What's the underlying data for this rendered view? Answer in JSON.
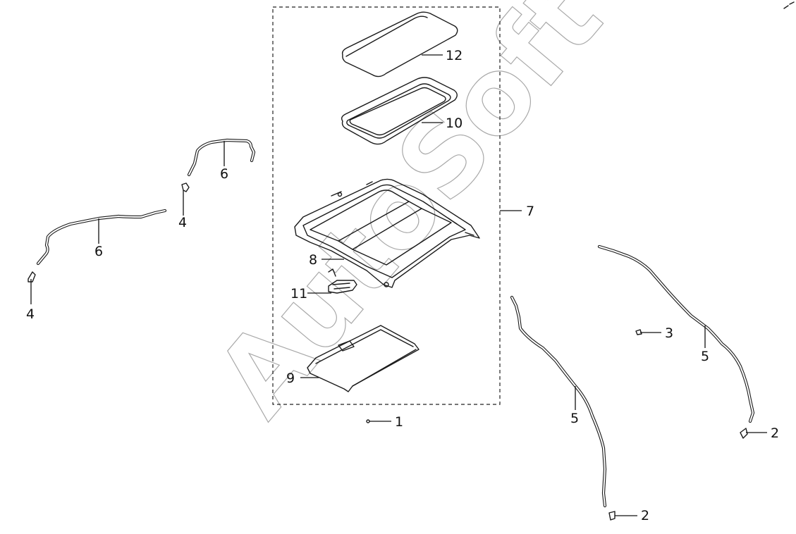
{
  "diagram": {
    "watermark": "AutoSoft",
    "callouts": [
      {
        "id": "c1",
        "label": "1"
      },
      {
        "id": "c2a",
        "label": "2"
      },
      {
        "id": "c2b",
        "label": "2"
      },
      {
        "id": "c3",
        "label": "3"
      },
      {
        "id": "c4a",
        "label": "4"
      },
      {
        "id": "c4b",
        "label": "4"
      },
      {
        "id": "c5a",
        "label": "5"
      },
      {
        "id": "c5b",
        "label": "5"
      },
      {
        "id": "c6a",
        "label": "6"
      },
      {
        "id": "c6b",
        "label": "6"
      },
      {
        "id": "c7",
        "label": "7"
      },
      {
        "id": "c8",
        "label": "8"
      },
      {
        "id": "c9",
        "label": "9"
      },
      {
        "id": "c10",
        "label": "10"
      },
      {
        "id": "c11",
        "label": "11"
      },
      {
        "id": "c12",
        "label": "12"
      }
    ]
  }
}
